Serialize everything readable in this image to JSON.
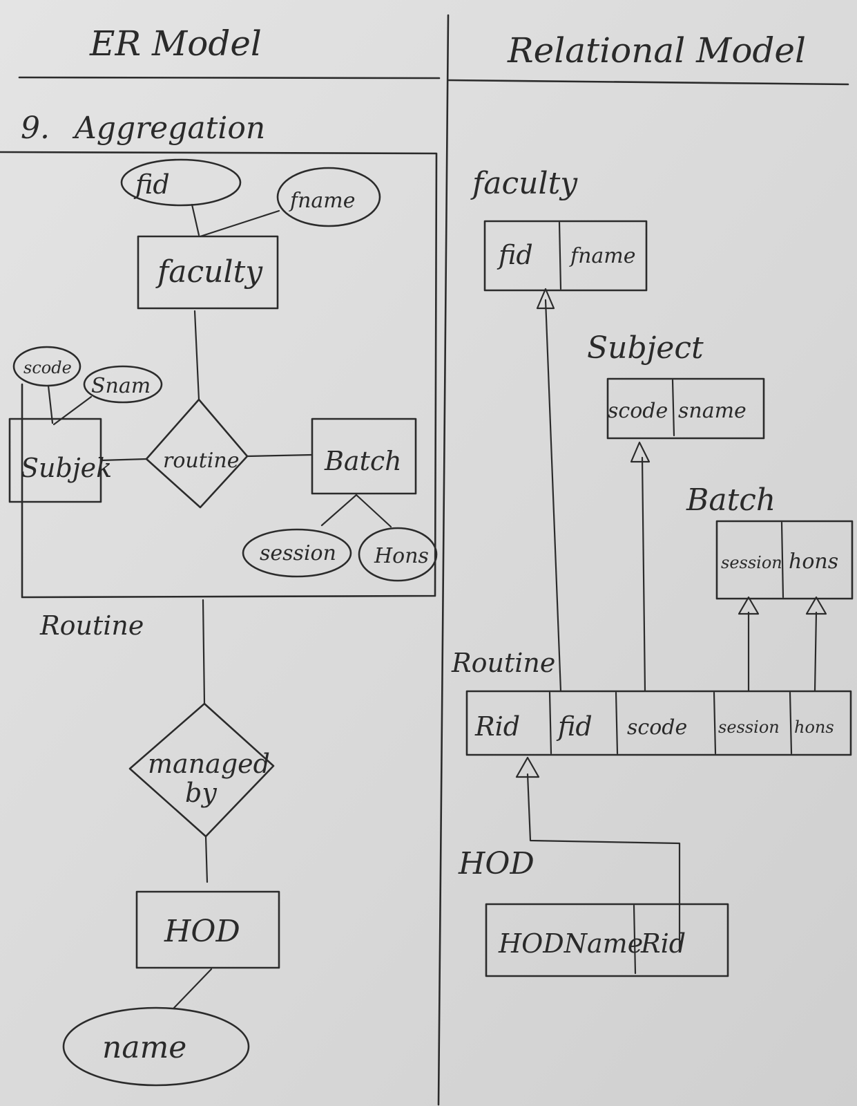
{
  "headers": {
    "left": "ER Model",
    "right": "Relational Model"
  },
  "section": {
    "number": "9.",
    "title": "Aggregation"
  },
  "er": {
    "aggregation_label": "Routine",
    "entities": {
      "faculty": "faculty",
      "subject": "Subjek",
      "batch": "Batch",
      "hod": "HOD"
    },
    "relationships": {
      "routine": "routine",
      "managed_by_line1": "managed",
      "managed_by_line2": "by"
    },
    "attributes": {
      "fid": "fid",
      "fname": "fname",
      "scode": "scode",
      "sname": "Snam",
      "session": "session",
      "hons": "Hons",
      "name": "name"
    }
  },
  "relational": {
    "faculty": {
      "title": "faculty",
      "columns": [
        "fid",
        "fname"
      ]
    },
    "subject": {
      "title": "Subject",
      "columns": [
        "scode",
        "sname"
      ]
    },
    "batch": {
      "title": "Batch",
      "columns": [
        "session",
        "hons"
      ]
    },
    "routine": {
      "title": "Routine",
      "columns": [
        "Rid",
        "fid",
        "scode",
        "session",
        "hons"
      ]
    },
    "hod": {
      "title": "HOD",
      "columns": [
        "HODName",
        "Rid"
      ]
    }
  },
  "colors": {
    "paper": "#dcdcdc",
    "ink": "#2b2b2b"
  }
}
